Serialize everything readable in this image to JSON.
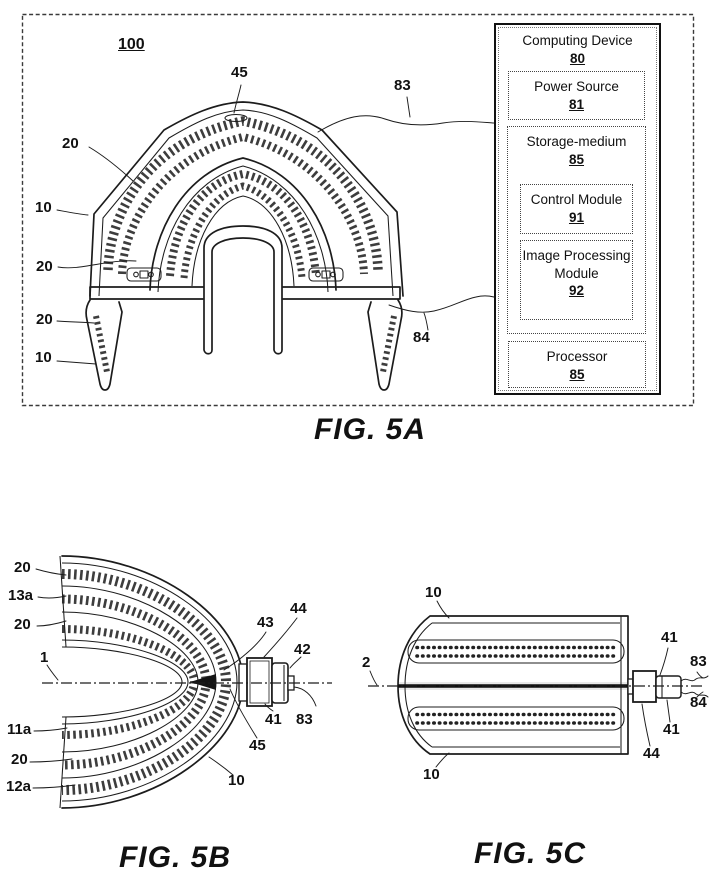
{
  "figures": {
    "fig5a": {
      "caption": "FIG. 5A",
      "refs": {
        "r100": "100",
        "r45": "45",
        "r83": "83",
        "r20_top": "20",
        "r10_top": "10",
        "r20_mid": "20",
        "r20_low": "20",
        "r10_low": "10",
        "r84": "84"
      },
      "computing_device": {
        "title": "Computing Device",
        "ref": "80",
        "power_source": {
          "title": "Power Source",
          "ref": "81"
        },
        "storage_medium": {
          "title": "Storage-medium",
          "ref": "85",
          "control_module": {
            "title": "Control Module",
            "ref": "91"
          },
          "image_processing_module": {
            "title": "Image Processing Module",
            "ref": "92"
          }
        },
        "processor": {
          "title": "Processor",
          "ref": "85"
        }
      }
    },
    "fig5b": {
      "caption": "FIG. 5B",
      "refs": {
        "r20a": "20",
        "r13a": "13a",
        "r20b": "20",
        "r1": "1",
        "r11a": "11a",
        "r20c": "20",
        "r12a": "12a",
        "r43": "43",
        "r44": "44",
        "r42": "42",
        "r41": "41",
        "r83": "83",
        "r45": "45",
        "r10": "10"
      }
    },
    "fig5c": {
      "caption": "FIG. 5C",
      "refs": {
        "r10_top": "10",
        "r2": "2",
        "r41_top": "41",
        "r83": "83",
        "r84": "84",
        "r41_bot": "41",
        "r44": "44",
        "r10_bot": "10"
      }
    }
  }
}
